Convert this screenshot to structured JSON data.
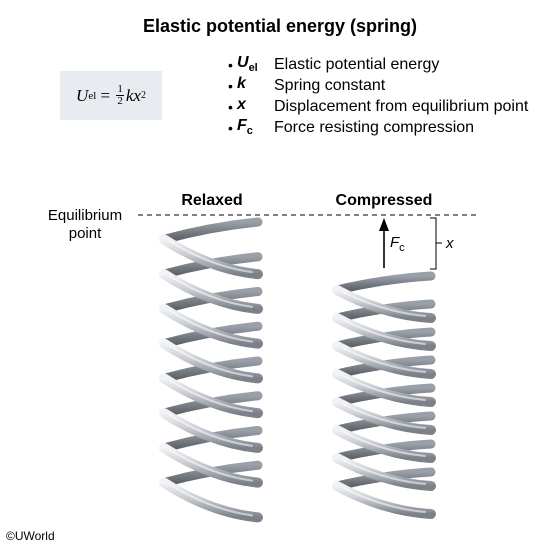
{
  "title": "Elastic potential energy (spring)",
  "formula": {
    "lhs_var": "U",
    "lhs_sub": "el",
    "eq": "=",
    "frac_num": "1",
    "frac_den": "2",
    "rhs_var": "kx",
    "rhs_exp": "2"
  },
  "legend": [
    {
      "symbol": "U",
      "sub": "el",
      "description": "Elastic potential energy"
    },
    {
      "symbol": "k",
      "sub": "",
      "description": "Spring constant"
    },
    {
      "symbol": "x",
      "sub": "",
      "description": "Displacement from equilibrium point"
    },
    {
      "symbol": "F",
      "sub": "c",
      "description": "Force resisting compression"
    }
  ],
  "labels": {
    "relaxed": "Relaxed",
    "compressed": "Compressed",
    "equilibrium_line1": "Equilibrium",
    "equilibrium_line2": "point",
    "force_symbol": "F",
    "force_sub": "c",
    "displacement": "x"
  },
  "copyright": "©UWorld",
  "colors": {
    "formula_bg": "#e8ebf0",
    "spring_light": "#d8dbe0",
    "spring_dark": "#6e737b"
  }
}
